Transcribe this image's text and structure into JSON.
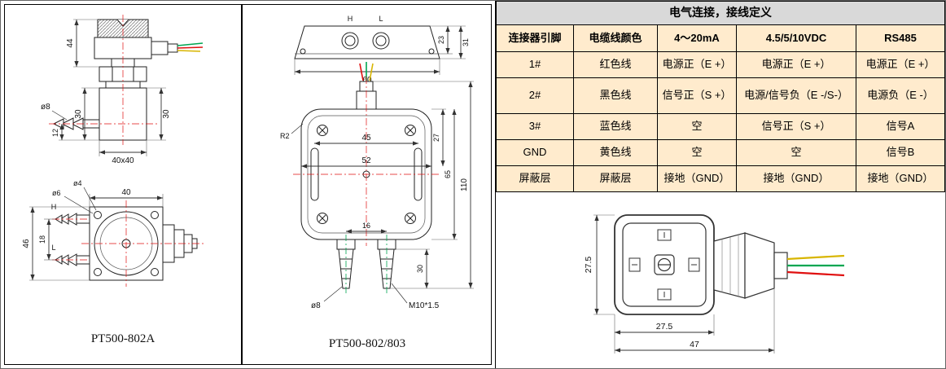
{
  "colors": {
    "table_title_bg": "#d9d9d9",
    "table_cell_bg": "#ffebcd",
    "table_border": "#000000",
    "centerline_red": "#e01010",
    "centerline_green": "#00a651",
    "wire_red": "#e01010",
    "wire_green": "#00a651",
    "wire_yellow": "#d8b500"
  },
  "wiring_table": {
    "title": "电气连接，接线定义",
    "headers": [
      "连接器引脚",
      "电缆线颜色",
      "4～20mA",
      "4.5/5/10VDC",
      "RS485"
    ],
    "rows": [
      [
        "1#",
        "红色线",
        "电源正（E +）",
        "电源正（E +）",
        "电源正（E +）"
      ],
      [
        "2#",
        "黑色线",
        "信号正（S +）",
        "电源/信号负（E -/S-）",
        "电源负（E -）"
      ],
      [
        "3#",
        "蓝色线",
        "空",
        "信号正（S +）",
        "信号A"
      ],
      [
        "GND",
        "黄色线",
        "空",
        "空",
        "信号B"
      ],
      [
        "屏蔽层",
        "屏蔽层",
        "接地（GND）",
        "接地（GND）",
        "接地（GND）"
      ]
    ]
  },
  "drawing_802a": {
    "label": "PT500-802A",
    "side_view": {
      "dim_connector_height": "44",
      "dim_body_height_left": "30",
      "dim_body_height_right": "30",
      "dim_port_offset": "12",
      "dim_port_dia": "ø8",
      "dim_base": "40x40"
    },
    "front_view": {
      "dim_width": "40",
      "dim_height": "46",
      "dim_port_spacing": "18",
      "dim_hole_dia_outer": "ø6",
      "dim_hole_dia_inner": "ø4",
      "port_high": "H",
      "port_low": "L"
    }
  },
  "drawing_802_803": {
    "label": "PT500-802/803",
    "top_view": {
      "port_high": "H",
      "port_low": "L",
      "dim_depth_upper": "23",
      "dim_depth_total": "31",
      "dim_width": "60"
    },
    "front_view": {
      "dim_inner_width": "45",
      "dim_outer_width": "52",
      "dim_top_section": "27",
      "dim_body_height": "65",
      "dim_total_height": "110",
      "dim_corner_radius": "R2",
      "dim_port_spacing": "16",
      "dim_port_length": "30",
      "dim_port_dia": "ø8",
      "dim_thread": "M10*1.5"
    }
  },
  "connector_drawing": {
    "dim_face_height": "27.5",
    "dim_face_width": "27.5",
    "dim_total_width": "47"
  }
}
